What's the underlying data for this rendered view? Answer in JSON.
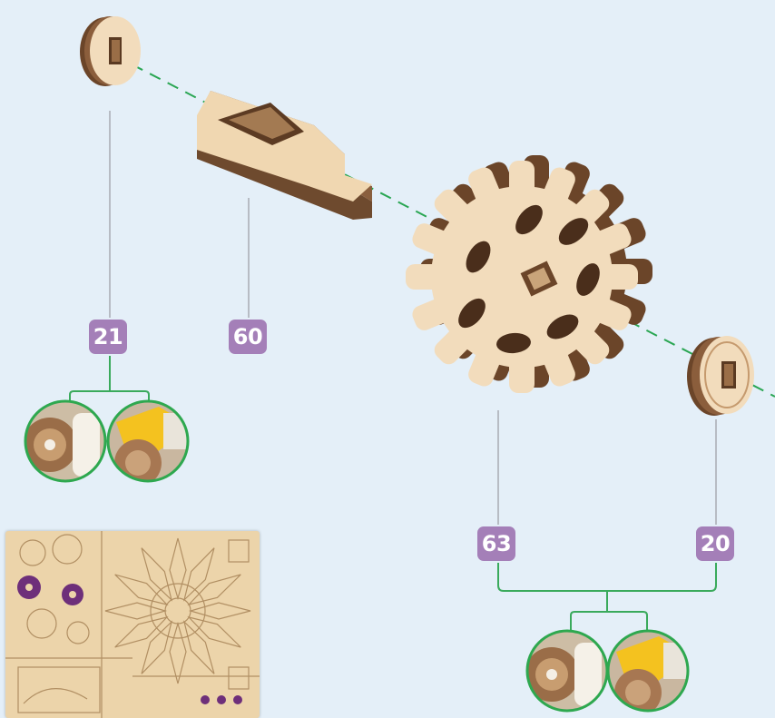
{
  "parts": {
    "part_21": "21",
    "part_60": "60",
    "part_63": "63",
    "part_20": "20"
  },
  "colors": {
    "background": "#e4eff8",
    "badge": "#a47fb8",
    "wood_light": "#f2dcbc",
    "wood_dark": "#7a5236",
    "axis_line": "#2aa653",
    "bracket": "#3aaa5c",
    "leader_line": "#b7bcc4",
    "purple_gear": "#6e2f7a"
  },
  "icons": {
    "glue_step": "glue-application-icon",
    "gear_step": "gear-detail-icon",
    "sheet": "plywood-sheet-thumbnail"
  }
}
